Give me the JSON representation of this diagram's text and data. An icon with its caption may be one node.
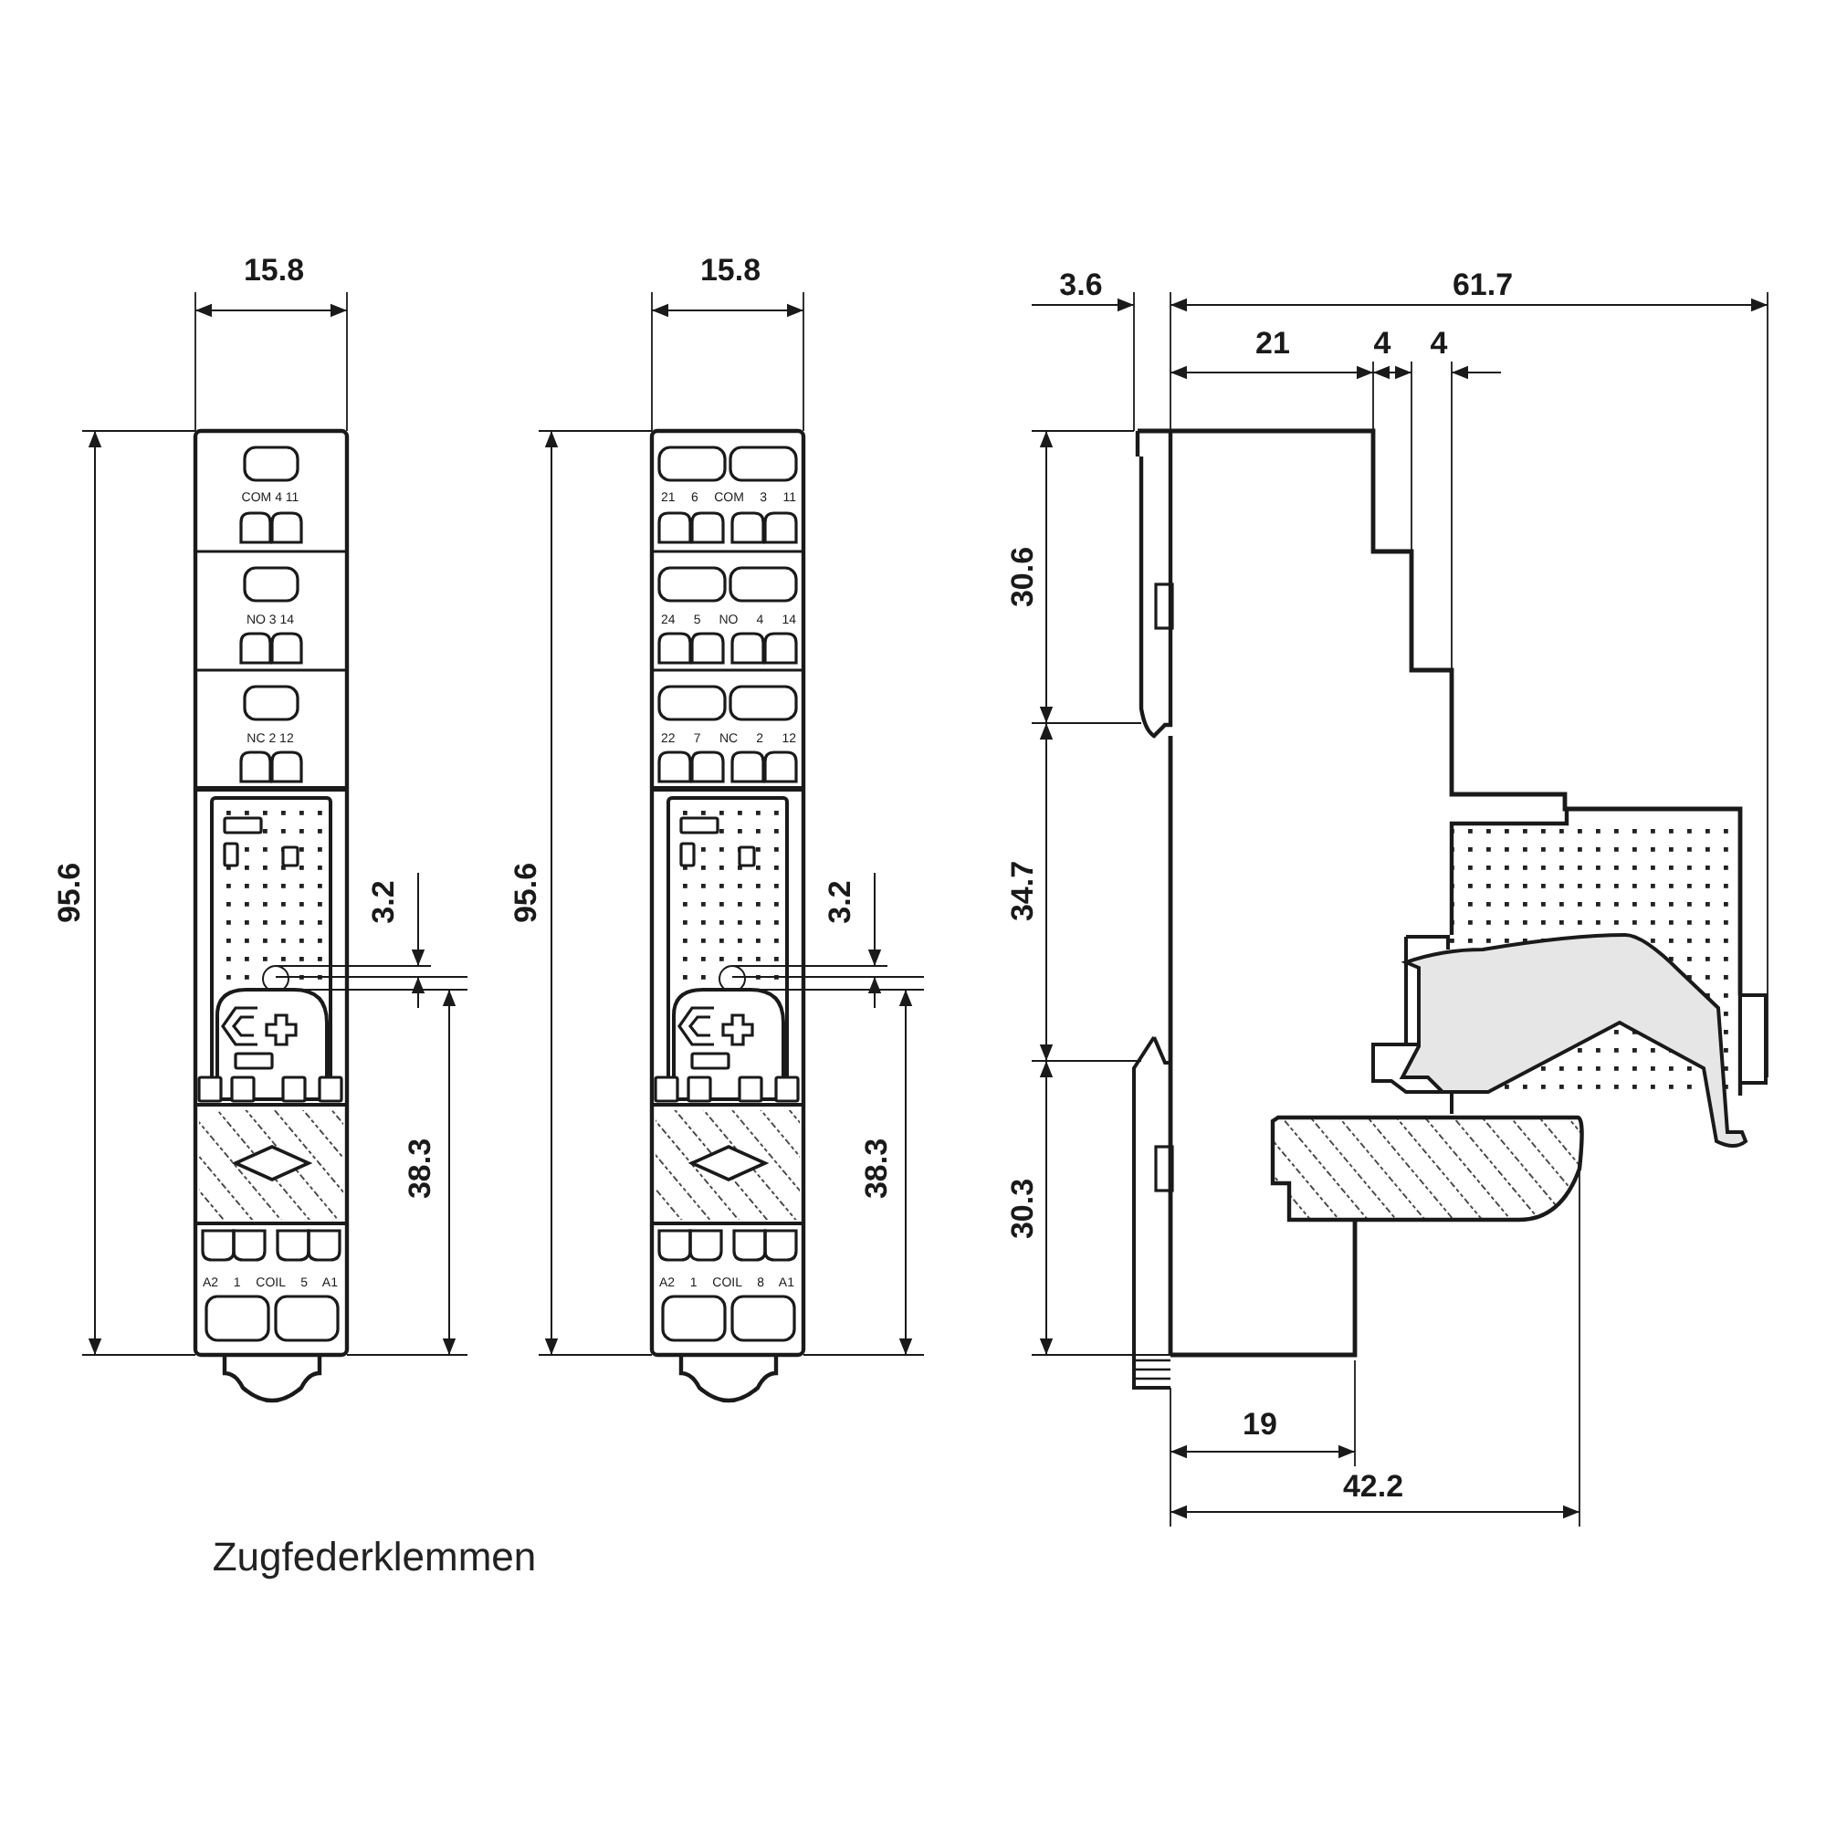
{
  "diagram": {
    "labels": [
      "15.8",
      "15.8",
      "3.6",
      "61.7",
      "21",
      "4",
      "4",
      "COM 4 11",
      "21 6 COM 3 11",
      "30.6",
      "NO 3 14",
      "24 5 NO 4 14",
      "NC 2 12",
      "22 7 NC 2 12",
      "95.6",
      "3.2",
      "95.6",
      "3.2",
      "34.7",
      "38.3",
      "38.3",
      "30.3",
      "A2 1 COIL 5 A1",
      "A2 1 COIL 8 A1",
      "19",
      "42.2",
      "Zugfederklemmen"
    ]
  }
}
